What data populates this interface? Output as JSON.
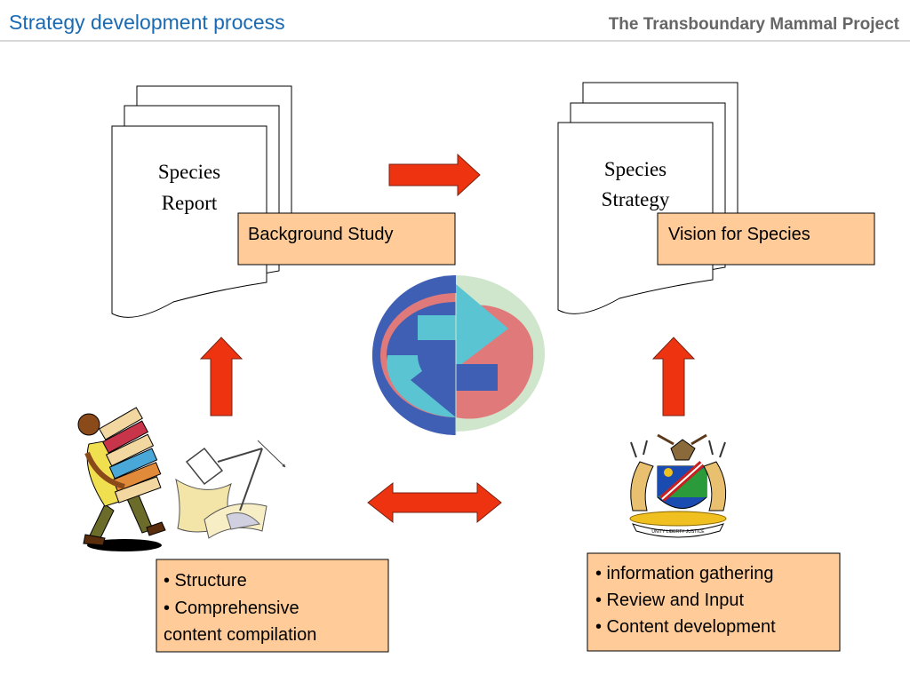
{
  "header": {
    "title": "Strategy development process",
    "project": "The Transboundary Mammal Project"
  },
  "left_document": {
    "line1": "Species",
    "line2": "Report"
  },
  "right_document": {
    "line1": "Species",
    "line2": "Strategy"
  },
  "background_label": "Background Study",
  "vision_label": "Vision for Species",
  "left_bullets": {
    "line1": "• Structure",
    "line2": "• Comprehensive",
    "line3": "content compilation"
  },
  "right_bullets": {
    "line1": "• information gathering",
    "line2": "• Review  and Input",
    "line3": "• Content development"
  },
  "coat_of_arms_motto": "UNITY LIBERTY JUSTICE",
  "colors": {
    "title_blue": "#1a6ab3",
    "project_gray": "#666666",
    "box_fill": "#ffcc99",
    "arrow_red": "#ee3311",
    "cycle_blue": "#3f5fb5",
    "cycle_cyan": "#5bc4d3",
    "cycle_pink": "#e07a7a",
    "cycle_green": "#cfe6cc"
  }
}
